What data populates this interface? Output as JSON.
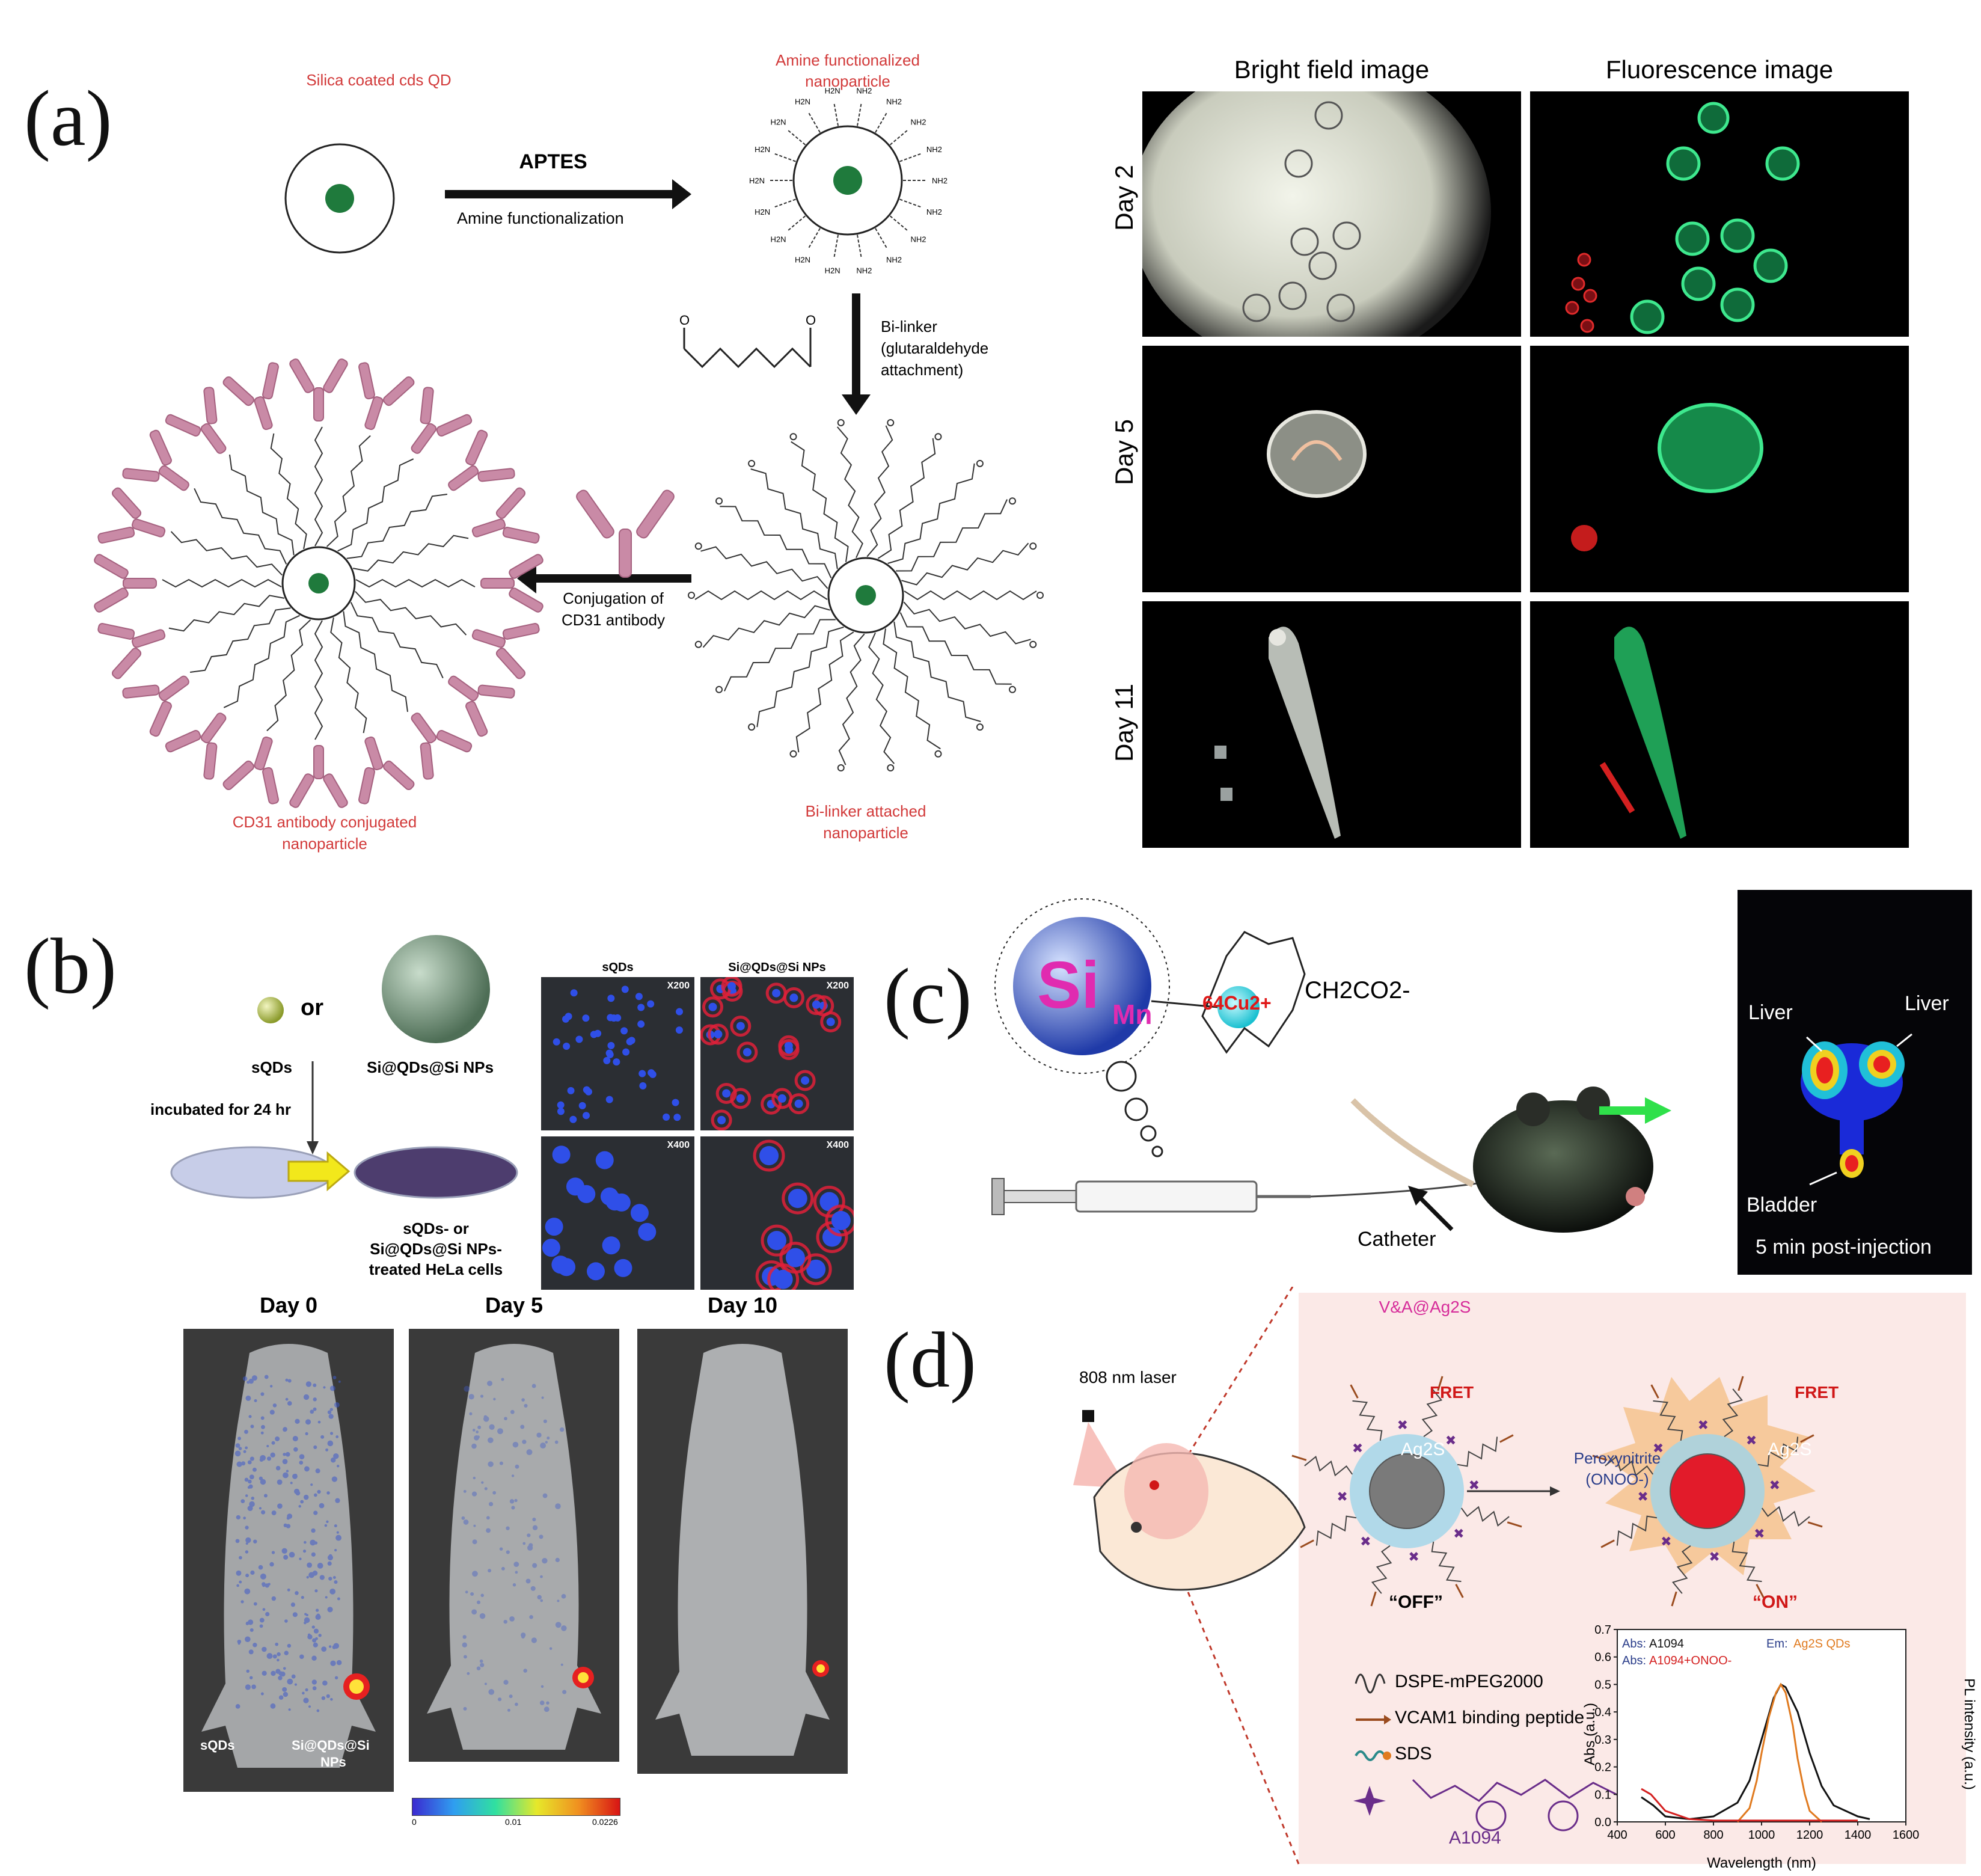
{
  "panels": {
    "a": "(a)",
    "b": "(b)",
    "c": "(c)",
    "d": "(d)"
  },
  "panel_a": {
    "silica_qd": "Silica coated cds QD",
    "amine_np_1": "Amine functionalized",
    "amine_np_2": "nanoparticle",
    "aptes": "APTES",
    "amine_func": "Amine functionalization",
    "bilinker_1": "Bi-linker",
    "bilinker_2": "(glutaraldehyde",
    "bilinker_3": "attachment)",
    "conj_1": "Conjugation of",
    "conj_2": "CD31 antibody",
    "cd31_np_1": "CD31 antibody conjugated",
    "cd31_np_2": "nanoparticle",
    "bilinker_np_1": "Bi-linker attached",
    "bilinker_np_2": "nanoparticle",
    "nh2": "NH2",
    "h2n": "H2N",
    "col_bright": "Bright field image",
    "col_fluor": "Fluorescence image",
    "rows": [
      "Day 2",
      "Day 5",
      "Day 11"
    ]
  },
  "panel_b": {
    "sqds": "sQDs",
    "or": "or",
    "si_np": "Si@QDs@Si NPs",
    "incubated": "incubated for 24 hr",
    "treated_1": "sQDs- or",
    "treated_2": "Si@QDs@Si NPs-",
    "treated_3": "treated HeLa cells",
    "micro_col1": "sQDs",
    "micro_col2": "Si@QDs@Si NPs",
    "mag_top": "X200",
    "mag_bottom": "X400",
    "days": [
      "Day 0",
      "Day 5",
      "Day 10"
    ],
    "mouse_sqds": "sQDs",
    "mouse_si_1": "Si@QDs@Si",
    "mouse_si_2": "NPs",
    "scale_min": "0",
    "scale_mid": "0.01",
    "scale_max": "0.0226"
  },
  "panel_c": {
    "si": "Si",
    "mn": "Mn",
    "cu": "64Cu2+",
    "ch2co2": "CH2CO2-",
    "catheter": "Catheter",
    "liver_left": "Liver",
    "liver_right": "Liver",
    "bladder": "Bladder",
    "post_injection": "5 min post-injection"
  },
  "panel_d": {
    "laser": "808 nm laser",
    "va_ag2s": "V&A@Ag2S",
    "fret": "FRET",
    "ag2s": "Ag2S",
    "peroxynitrite_1": "Peroxynitrite",
    "peroxynitrite_2": "(ONOO-)",
    "off": "“OFF”",
    "on": "“ON”",
    "legend_dspe": "DSPE-mPEG2000",
    "legend_vcam": "VCAM1 binding peptide",
    "legend_sds": "SDS",
    "legend_a1094": "A1094",
    "colors": {
      "vcam": "#9a4b1e",
      "sds": "#2a8a8a",
      "a1094": "#6a2d8a",
      "panel_bg": "#fbe9e7"
    }
  },
  "chart_data": {
    "type": "line",
    "xlabel": "Wavelength (nm)",
    "ylabel": "Abs (a.u.)",
    "y2label": "PL intensity (a.u.)",
    "xlim": [
      400,
      1600
    ],
    "ylim": [
      0,
      0.7
    ],
    "xticks": [
      400,
      600,
      800,
      1000,
      1200,
      1400,
      1600
    ],
    "yticks": [
      0.0,
      0.1,
      0.2,
      0.3,
      0.4,
      0.5,
      0.6,
      0.7
    ],
    "legend": [
      {
        "prefix": "Abs:",
        "name": "A1094",
        "color": "#111111"
      },
      {
        "prefix": "Em:",
        "name": "Ag2S QDs",
        "color": "#e07a1f"
      },
      {
        "prefix": "Abs:",
        "name": "A1094+ONOO-",
        "color": "#d42020"
      }
    ],
    "series": [
      {
        "name": "Abs: A1094",
        "color": "#111111",
        "x": [
          500,
          550,
          600,
          700,
          800,
          900,
          950,
          1000,
          1050,
          1080,
          1100,
          1150,
          1200,
          1250,
          1300,
          1400,
          1450
        ],
        "y": [
          0.09,
          0.06,
          0.02,
          0.01,
          0.02,
          0.07,
          0.15,
          0.3,
          0.45,
          0.5,
          0.49,
          0.4,
          0.25,
          0.13,
          0.06,
          0.02,
          0.01
        ]
      },
      {
        "name": "Em: Ag2S QDs",
        "color": "#e07a1f",
        "x": [
          900,
          950,
          980,
          1000,
          1030,
          1060,
          1080,
          1100,
          1130,
          1150,
          1180,
          1200,
          1250
        ],
        "y": [
          0.0,
          0.05,
          0.15,
          0.25,
          0.38,
          0.47,
          0.5,
          0.47,
          0.35,
          0.23,
          0.1,
          0.04,
          0.0
        ]
      },
      {
        "name": "Abs: A1094+ONOO-",
        "color": "#d42020",
        "x": [
          500,
          540,
          600,
          700,
          800,
          900,
          1000,
          1100,
          1200,
          1300,
          1400
        ],
        "y": [
          0.12,
          0.1,
          0.04,
          0.01,
          0.005,
          0.005,
          0.005,
          0.005,
          0.005,
          0.005,
          0.005
        ]
      }
    ]
  }
}
